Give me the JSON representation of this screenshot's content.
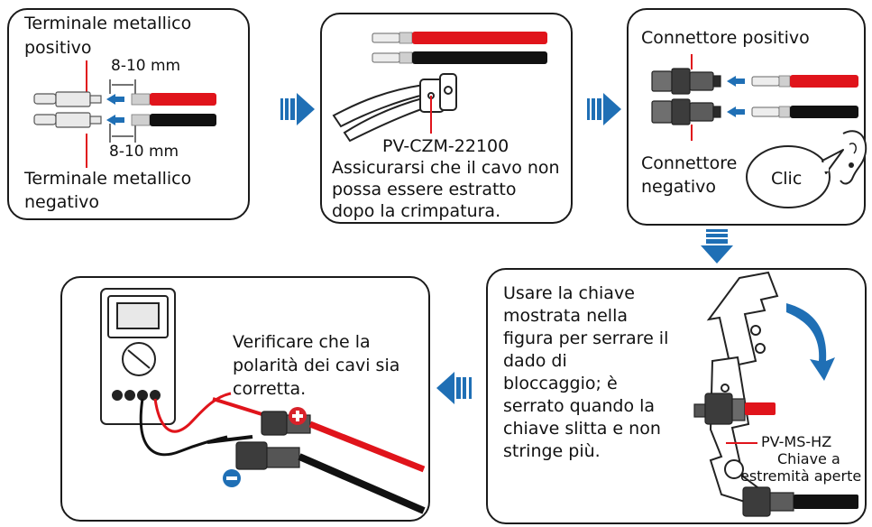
{
  "step1": {
    "positive_terminal_label_line1": "Terminale metallico",
    "positive_terminal_label_line2": "positivo",
    "dim_top": "8-10 mm",
    "dim_bottom": "8-10 mm",
    "negative_terminal_label_line1": "Terminale metallico",
    "negative_terminal_label_line2": "negativo"
  },
  "step2": {
    "tool_name": "PV-CZM-22100",
    "note_line1": "Assicurarsi che il cavo non",
    "note_line2": "possa essere estratto",
    "note_line3": "dopo la crimpatura."
  },
  "step3": {
    "positive_connector_label": "Connettore positivo",
    "negative_connector_label_line1": "Connettore",
    "negative_connector_label_line2": "negativo",
    "click_label": "Clic"
  },
  "step4": {
    "instruction_lines": [
      "Usare la chiave",
      "mostrata nella",
      "figura per serrare il",
      "dado di",
      "bloccaggio; è",
      "serrato quando la",
      "chiave slitta e non",
      "stringe più."
    ],
    "wrench_model": "PV-MS-HZ",
    "wrench_desc_line1": "Chiave a",
    "wrench_desc_line2": "estremità aperte"
  },
  "step5": {
    "check_line1": "Verificare che la",
    "check_line2": "polarità dei cavi sia",
    "check_line3": "corretta."
  },
  "colors": {
    "arrow_blue": "#1f6fb5",
    "cable_red": "#e0141b",
    "cable_black": "#111111",
    "polarity_red": "#d8222a",
    "polarity_blue": "#1f6fb5"
  }
}
